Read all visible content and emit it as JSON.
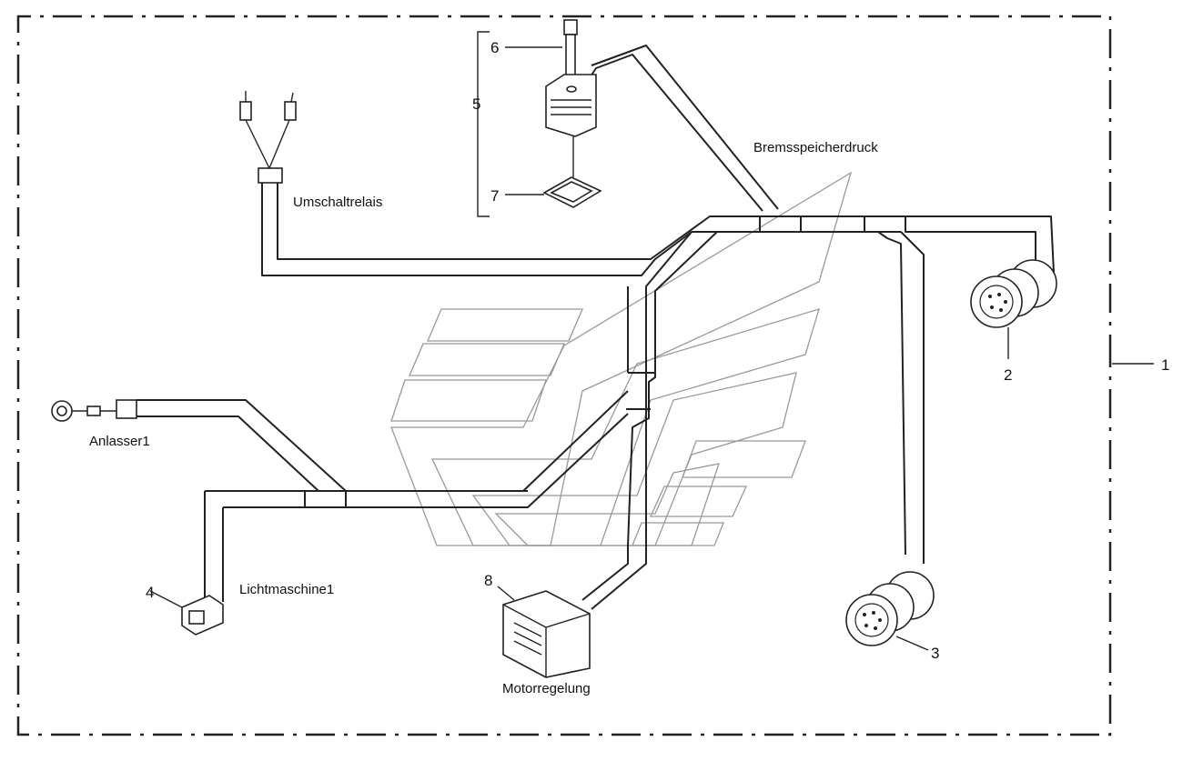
{
  "labels": {
    "bremsspeicherdruck": "Bremsspeicherdruck",
    "umschaltrelais": "Umschaltrelais",
    "anlasser": "Anlasser1",
    "lichtmaschine": "Lichtmaschine1",
    "motorregelung": "Motorregelung"
  },
  "callouts": {
    "c1": "1",
    "c2": "2",
    "c3": "3",
    "c4": "4",
    "c5": "5",
    "c6": "6",
    "c7": "7",
    "c8": "8"
  }
}
